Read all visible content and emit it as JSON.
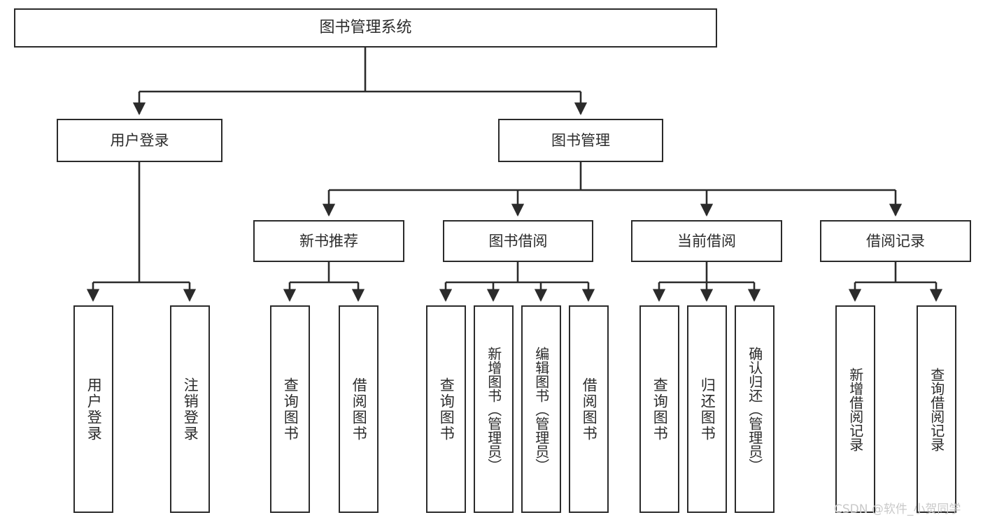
{
  "diagram": {
    "type": "hierarchy-tree",
    "title": "图书管理系统",
    "watermark": "CSDN @软件_小贺同学",
    "colors": {
      "box_border": "#2b2b2b",
      "box_fill": "#ffffff",
      "edge": "#2b2b2b",
      "text": "#2b2b2b",
      "watermark": "#c9c9c9",
      "background": "#ffffff"
    },
    "root": {
      "label": "图书管理系统"
    },
    "level2": [
      {
        "label": "用户登录"
      },
      {
        "label": "图书管理"
      }
    ],
    "level3": [
      {
        "label": "新书推荐"
      },
      {
        "label": "图书借阅"
      },
      {
        "label": "当前借阅"
      },
      {
        "label": "借阅记录"
      }
    ],
    "leaves": {
      "user_login": [
        {
          "label": "用户登录"
        },
        {
          "label": "注销登录"
        }
      ],
      "new_book_recommend": [
        {
          "label": "查询图书"
        },
        {
          "label": "借阅图书"
        }
      ],
      "book_borrow": [
        {
          "label": "查询图书"
        },
        {
          "label": "新增图书（管理员）"
        },
        {
          "label": "编辑图书（管理员）"
        },
        {
          "label": "借阅图书"
        }
      ],
      "current_borrow": [
        {
          "label": "查询图书"
        },
        {
          "label": "归还图书"
        },
        {
          "label": "确认归还（管理员）"
        }
      ],
      "borrow_record": [
        {
          "label": "新增借阅记录"
        },
        {
          "label": "查询借阅记录"
        }
      ]
    }
  }
}
